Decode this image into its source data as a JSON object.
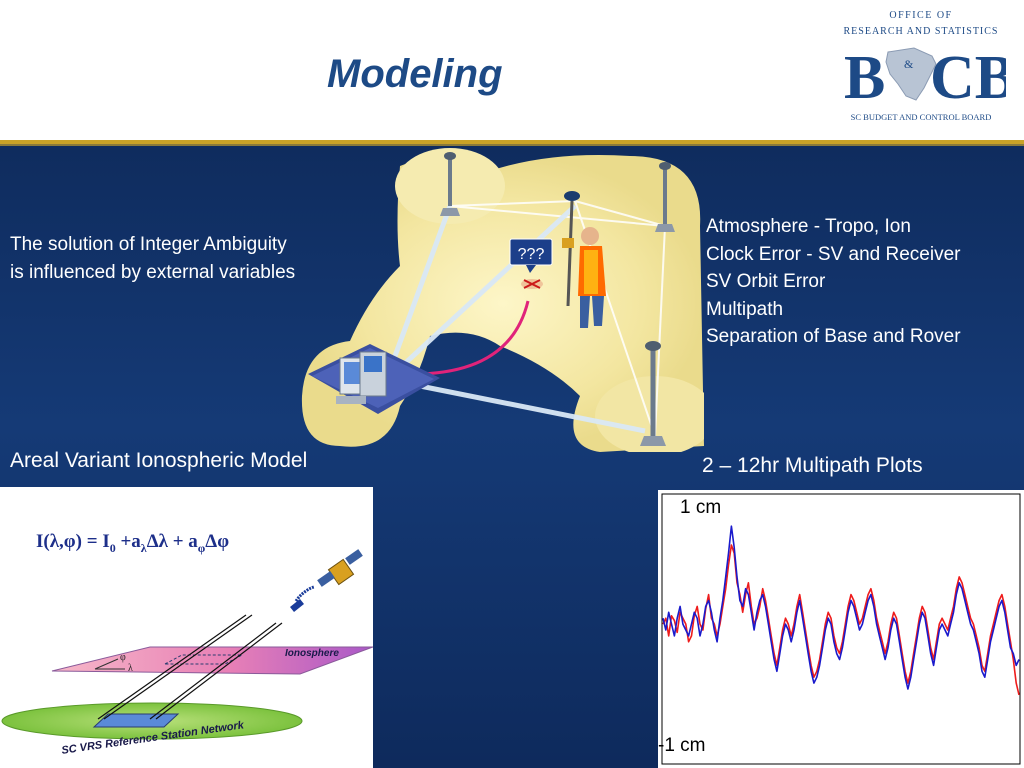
{
  "slide": {
    "title": "Modeling",
    "intro_lines": [
      "The solution of Integer Ambiguity",
      "is influenced by external variables"
    ],
    "error_sources": [
      "Atmosphere - Tropo, Ion",
      "Clock Error - SV and Receiver",
      "SV Orbit Error",
      "Multipath",
      "Separation of Base and Rover"
    ],
    "diagram_callout": "???",
    "areal_title": "Areal Variant Ionospheric Model",
    "multipath_title": "2 – 12hr Multipath Plots"
  },
  "logo": {
    "line1": "OFFICE OF",
    "line2": "RESEARCH AND STATISTICS",
    "letters_left": "B",
    "letters_right": "CB",
    "ampersand": "&",
    "footer": "SC BUDGET AND CONTROL BOARD",
    "color": "#1d4a86"
  },
  "ionosphere_model": {
    "equation": {
      "lhs": "I(λ,φ) = I",
      "i0_sub": "0",
      "a1": " +a",
      "a1_sub": "λ",
      "term1": "Δλ + a",
      "a2_sub": "φ",
      "term2": "Δφ"
    },
    "layer_label": "Ionosphere",
    "network_label": "SC VRS Reference Station Network",
    "axis_phi": "φ",
    "axis_lambda": "λ"
  },
  "chart_data": {
    "type": "line",
    "title": "2 – 12hr Multipath Plots",
    "xlabel": "",
    "ylabel": "",
    "ylim": [
      -1,
      1
    ],
    "y_unit": "cm",
    "tick_labels": [
      "1 cm",
      "-1 cm"
    ],
    "series": [
      {
        "color": "#ee1c1c",
        "values": [
          0.05,
          0.1,
          -0.05,
          0.12,
          0.08,
          -0.02,
          0.15,
          0.1,
          0.05,
          -0.1,
          -0.05,
          0.12,
          0.2,
          0.05,
          0.0,
          0.18,
          0.3,
          0.1,
          0.05,
          -0.05,
          0.05,
          0.2,
          0.35,
          0.55,
          0.72,
          0.65,
          0.4,
          0.3,
          0.15,
          0.3,
          0.4,
          0.2,
          0.05,
          0.1,
          0.2,
          0.35,
          0.25,
          0.1,
          -0.05,
          -0.2,
          -0.3,
          -0.15,
          0.0,
          0.1,
          0.05,
          -0.05,
          0.05,
          0.2,
          0.3,
          0.15,
          0.0,
          -0.15,
          -0.3,
          -0.4,
          -0.35,
          -0.25,
          -0.1,
          0.05,
          0.15,
          0.1,
          -0.05,
          -0.15,
          -0.2,
          -0.1,
          0.05,
          0.2,
          0.3,
          0.25,
          0.15,
          0.05,
          0.1,
          0.2,
          0.3,
          0.35,
          0.25,
          0.1,
          0.0,
          -0.1,
          -0.2,
          -0.1,
          0.05,
          0.15,
          0.1,
          -0.05,
          -0.2,
          -0.35,
          -0.45,
          -0.35,
          -0.2,
          -0.05,
          0.1,
          0.2,
          0.15,
          0.0,
          -0.15,
          -0.25,
          -0.1,
          0.05,
          0.1,
          0.05,
          0.0,
          0.1,
          0.2,
          0.35,
          0.45,
          0.4,
          0.3,
          0.2,
          0.1,
          0.05,
          -0.05,
          -0.15,
          -0.3,
          -0.35,
          -0.2,
          -0.05,
          0.05,
          0.15,
          0.25,
          0.3,
          0.2,
          0.05,
          -0.1,
          -0.25,
          -0.45,
          -0.55
        ]
      },
      {
        "color": "#1a1acc",
        "values": [
          0.1,
          0.0,
          0.15,
          0.05,
          -0.05,
          0.1,
          0.2,
          0.05,
          0.0,
          -0.05,
          0.05,
          0.15,
          0.1,
          -0.05,
          0.05,
          0.2,
          0.25,
          0.15,
          0.0,
          -0.1,
          0.1,
          0.25,
          0.45,
          0.65,
          0.88,
          0.7,
          0.45,
          0.25,
          0.2,
          0.35,
          0.3,
          0.15,
          0.0,
          0.15,
          0.25,
          0.3,
          0.2,
          0.05,
          -0.1,
          -0.25,
          -0.35,
          -0.2,
          -0.05,
          0.05,
          0.0,
          -0.1,
          0.0,
          0.15,
          0.25,
          0.1,
          -0.05,
          -0.2,
          -0.35,
          -0.45,
          -0.4,
          -0.3,
          -0.15,
          0.0,
          0.1,
          0.05,
          -0.1,
          -0.2,
          -0.25,
          -0.15,
          0.0,
          0.15,
          0.25,
          0.2,
          0.1,
          0.0,
          0.05,
          0.15,
          0.25,
          0.3,
          0.2,
          0.05,
          -0.05,
          -0.15,
          -0.25,
          -0.15,
          0.0,
          0.1,
          0.05,
          -0.1,
          -0.25,
          -0.4,
          -0.5,
          -0.4,
          -0.25,
          -0.1,
          0.05,
          0.15,
          0.1,
          -0.05,
          -0.2,
          -0.3,
          -0.15,
          0.0,
          0.05,
          0.0,
          -0.05,
          0.05,
          0.15,
          0.3,
          0.4,
          0.35,
          0.25,
          0.15,
          0.05,
          0.0,
          -0.1,
          -0.2,
          -0.35,
          -0.4,
          -0.25,
          -0.1,
          0.0,
          0.1,
          0.2,
          0.25,
          0.15,
          0.0,
          -0.15,
          -0.2,
          -0.3,
          -0.25
        ]
      }
    ]
  }
}
